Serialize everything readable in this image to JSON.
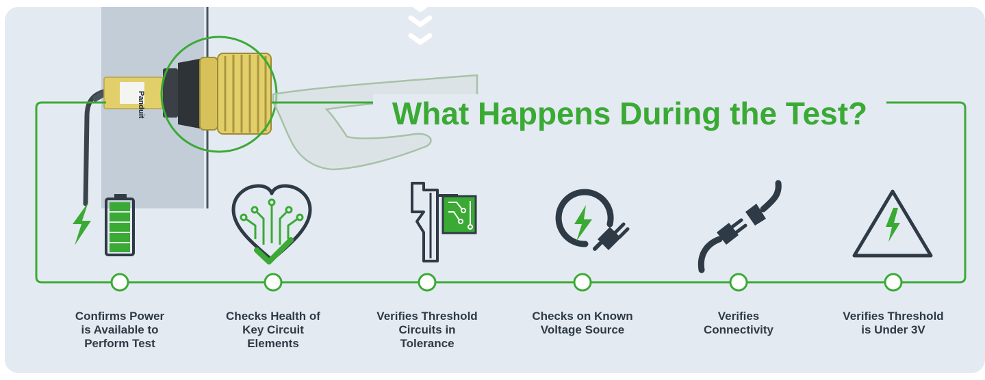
{
  "title": "What Happens During the Test?",
  "device": {
    "brand": "Panduit"
  },
  "colors": {
    "accent": "#3aaa35",
    "dark": "#2e3a46",
    "background": "#e4eaf1",
    "device_yellow": "#e2cf6a"
  },
  "steps": [
    {
      "icon": "battery-charge-icon",
      "lines": [
        "Confirms Power",
        "is Available to",
        "Perform Test"
      ]
    },
    {
      "icon": "circuit-heart-check-icon",
      "lines": [
        "Checks Health of",
        "Key Circuit",
        "Elements"
      ]
    },
    {
      "icon": "caliper-circuit-icon",
      "lines": [
        "Verifies Threshold",
        "Circuits in",
        "Tolerance"
      ]
    },
    {
      "icon": "power-source-plug-icon",
      "lines": [
        "Checks on Known",
        "Voltage Source"
      ]
    },
    {
      "icon": "plug-connect-icon",
      "lines": [
        "Verifies",
        "Connectivity"
      ]
    },
    {
      "icon": "voltage-warning-icon",
      "lines": [
        "Verifies Threshold",
        "is Under 3V"
      ]
    }
  ]
}
